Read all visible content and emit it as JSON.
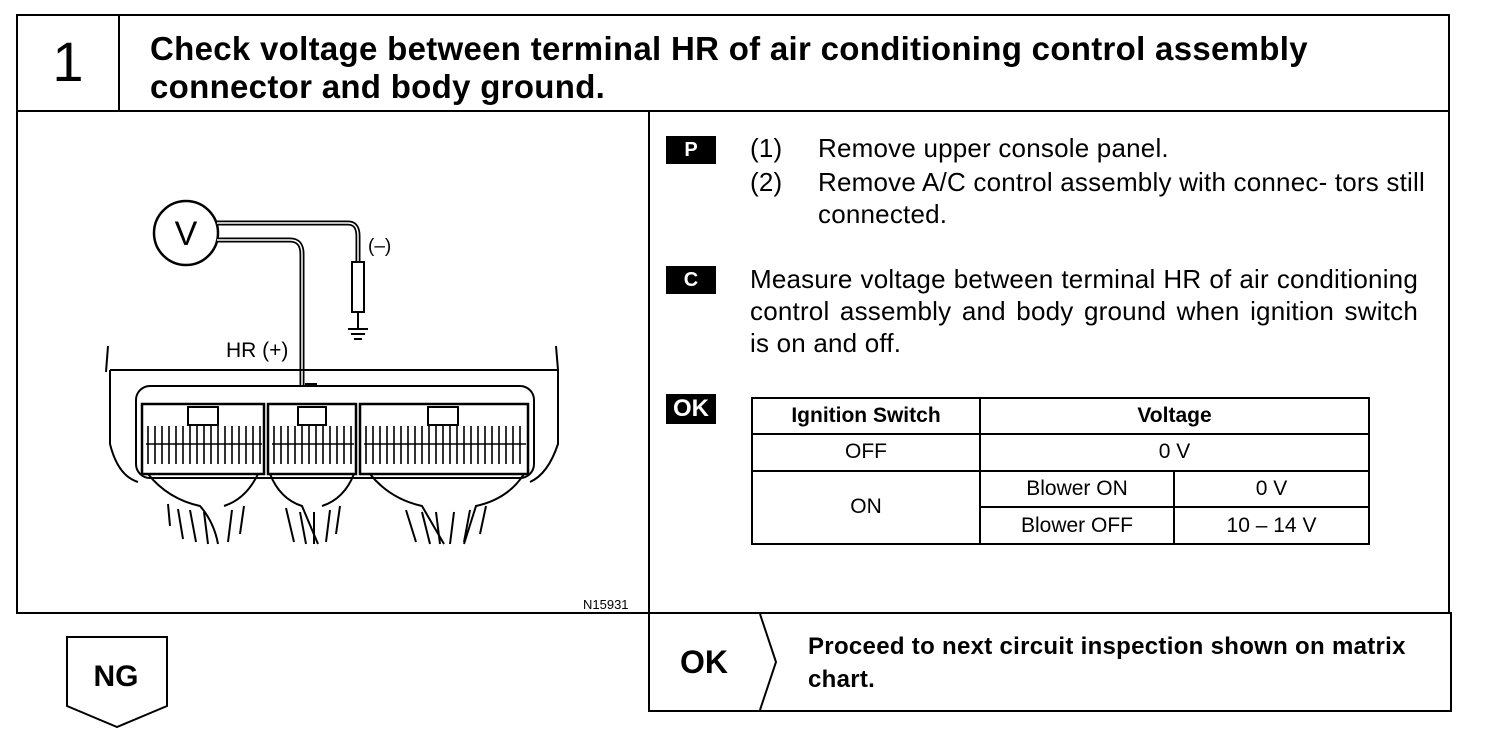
{
  "step": {
    "number": "1",
    "title": "Check voltage between terminal HR of air conditioning control assembly connector and body ground."
  },
  "figure": {
    "meter_symbol": "V",
    "negative_label": "(–)",
    "positive_label": "HR (+)",
    "figure_code": "N15931",
    "icons": [
      "voltmeter-icon",
      "ground-icon",
      "connector-icon"
    ]
  },
  "preparation": {
    "badge": "P",
    "steps": [
      {
        "num": "(1)",
        "text": "Remove upper console panel."
      },
      {
        "num": "(2)",
        "text": "Remove A/C control assembly with connec- tors still connected."
      }
    ]
  },
  "check": {
    "badge": "C",
    "text": "Measure voltage between terminal HR of air conditioning control assembly and body ground when ignition switch is on and off."
  },
  "ok_standard": {
    "badge": "OK",
    "table": {
      "headers": [
        "Ignition Switch",
        "Voltage"
      ],
      "row_off": {
        "switch": "OFF",
        "voltage": "0 V"
      },
      "row_on": {
        "switch": "ON",
        "sub": [
          {
            "condition": "Blower ON",
            "voltage": "0 V"
          },
          {
            "condition": "Blower OFF",
            "voltage": "10 – 14 V"
          }
        ]
      }
    }
  },
  "results": {
    "ng_label": "NG",
    "ok_label": "OK",
    "ok_text": "Proceed to next circuit inspection shown on matrix chart."
  }
}
